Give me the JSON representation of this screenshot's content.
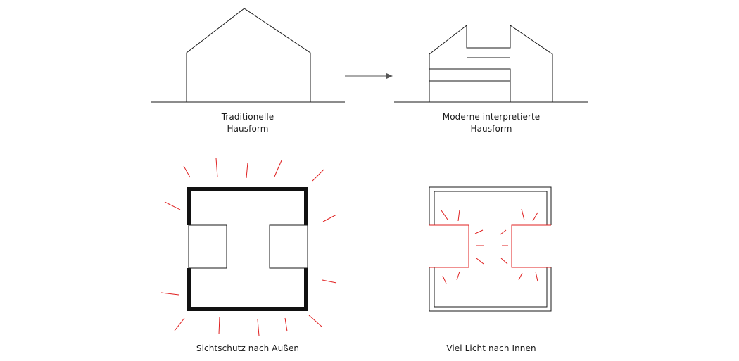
{
  "panels": {
    "traditional": {
      "caption_line1": "Traditionelle",
      "caption_line2": "Hausform"
    },
    "modern": {
      "caption_line1": "Moderne interpretierte",
      "caption_line2": "Hausform"
    },
    "privacy": {
      "caption": "Sichtschutz nach Außen"
    },
    "light": {
      "caption": "Viel Licht nach Innen"
    }
  },
  "colors": {
    "line": "#1a1a1a",
    "arrow": "#555555",
    "ray": "#e02020",
    "wall": "#111111"
  }
}
